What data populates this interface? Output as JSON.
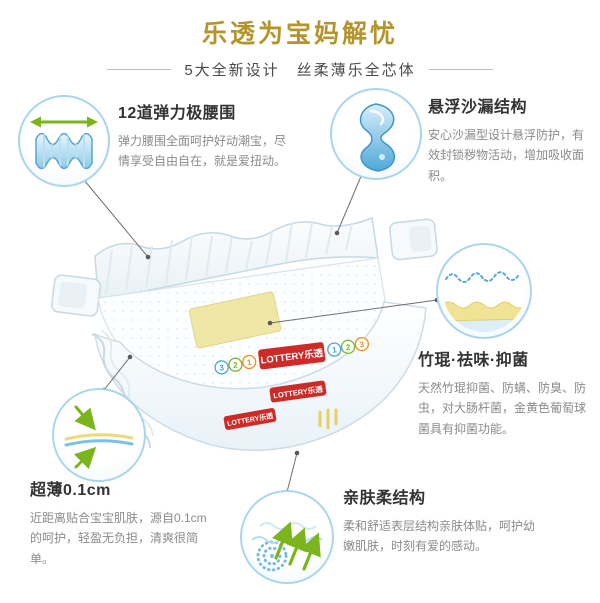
{
  "header": {
    "title": "乐透为宝妈解忧",
    "subtitle": "5大全新设计　丝柔薄乐全芯体"
  },
  "features": {
    "waistband": {
      "icon": "elastic-waistband-icon",
      "title": "12道弹力极腰围",
      "desc": "弹力腰围全面呵护好动潮宝，尽情享受自由自在，就是爱扭动。"
    },
    "hourglass": {
      "icon": "hourglass-core-icon",
      "title": "悬浮沙漏结构",
      "desc": "安心沙漏型设计悬浮防护，有效封锁秽物活动，增加吸收面积。"
    },
    "bamboo": {
      "icon": "core-layers-icon",
      "title": "竹琨·祛味·抑菌",
      "desc": "天然竹琨抑菌、防螨、防臭、防虫，对大肠杆菌，金黄色葡萄球菌具有抑菌功能。"
    },
    "thin": {
      "icon": "thin-layer-icon",
      "title": "超薄0.1cm",
      "desc": "近距离贴合宝宝肌肤，源自0.1cm的呵护，轻盈无负担，清爽很简单。"
    },
    "soft": {
      "icon": "breathable-surface-icon",
      "title": "亲肤柔结构",
      "desc": "柔和舒适表层结构亲肤体贴，呵护幼嫩肌肤，时刻有爱的感动。"
    }
  },
  "product": {
    "brand": "LOTTERY乐透",
    "numbers_left": [
      "3",
      "2",
      "1"
    ],
    "numbers_right": [
      "1",
      "2",
      "3"
    ]
  },
  "colors": {
    "title_gold": "#b5952b",
    "text_dark": "#333333",
    "text_gray": "#8b8b8b",
    "circle_border_blue": "#a9d6ec",
    "icon_blue": "#4fa9d8",
    "arrow_green": "#7ab51d",
    "patch_yellow": "#efe7a6",
    "logo_red": "#ce2a28"
  }
}
